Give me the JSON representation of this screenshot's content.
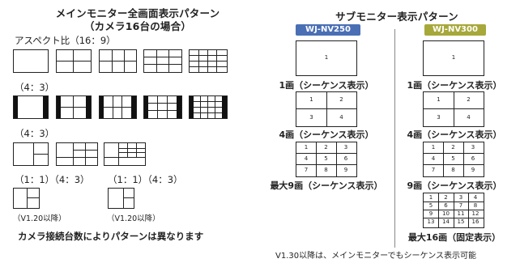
{
  "main": {
    "title_line1": "メインモニター全画面表示パターン",
    "title_line2": "（カメラ16台の場合）",
    "aspect_16_9": "アスペクト比（16：9）",
    "aspect_4_3_a": "（4：3）",
    "aspect_4_3_b": "（4：3）",
    "mixed_1": "（1：1）（4：3）",
    "mixed_2": "（1：1）（4：3）",
    "version_1": "（V1.20以降）",
    "version_2": "（V1.20以降）",
    "footnote": "カメラ接続台数によりパターンは異なります"
  },
  "sub": {
    "title": "サブモニター表示パターン",
    "model_left": "WJ-NV250",
    "model_right": "WJ-NV300",
    "model_left_color": "#4a6fb5",
    "model_right_color": "#a7a83a",
    "left_labels": [
      "1画（シーケンス表示）",
      "4画（シーケンス表示）",
      "最大9画（シーケンス表示）"
    ],
    "right_labels": [
      "1画（シーケンス表示）",
      "4画（シーケンス表示）",
      "9画（シーケンス表示）",
      "最大16画（固定表示）"
    ],
    "footnote": "V1.30以降は、メインモニターでもシーケンス表示可能"
  }
}
